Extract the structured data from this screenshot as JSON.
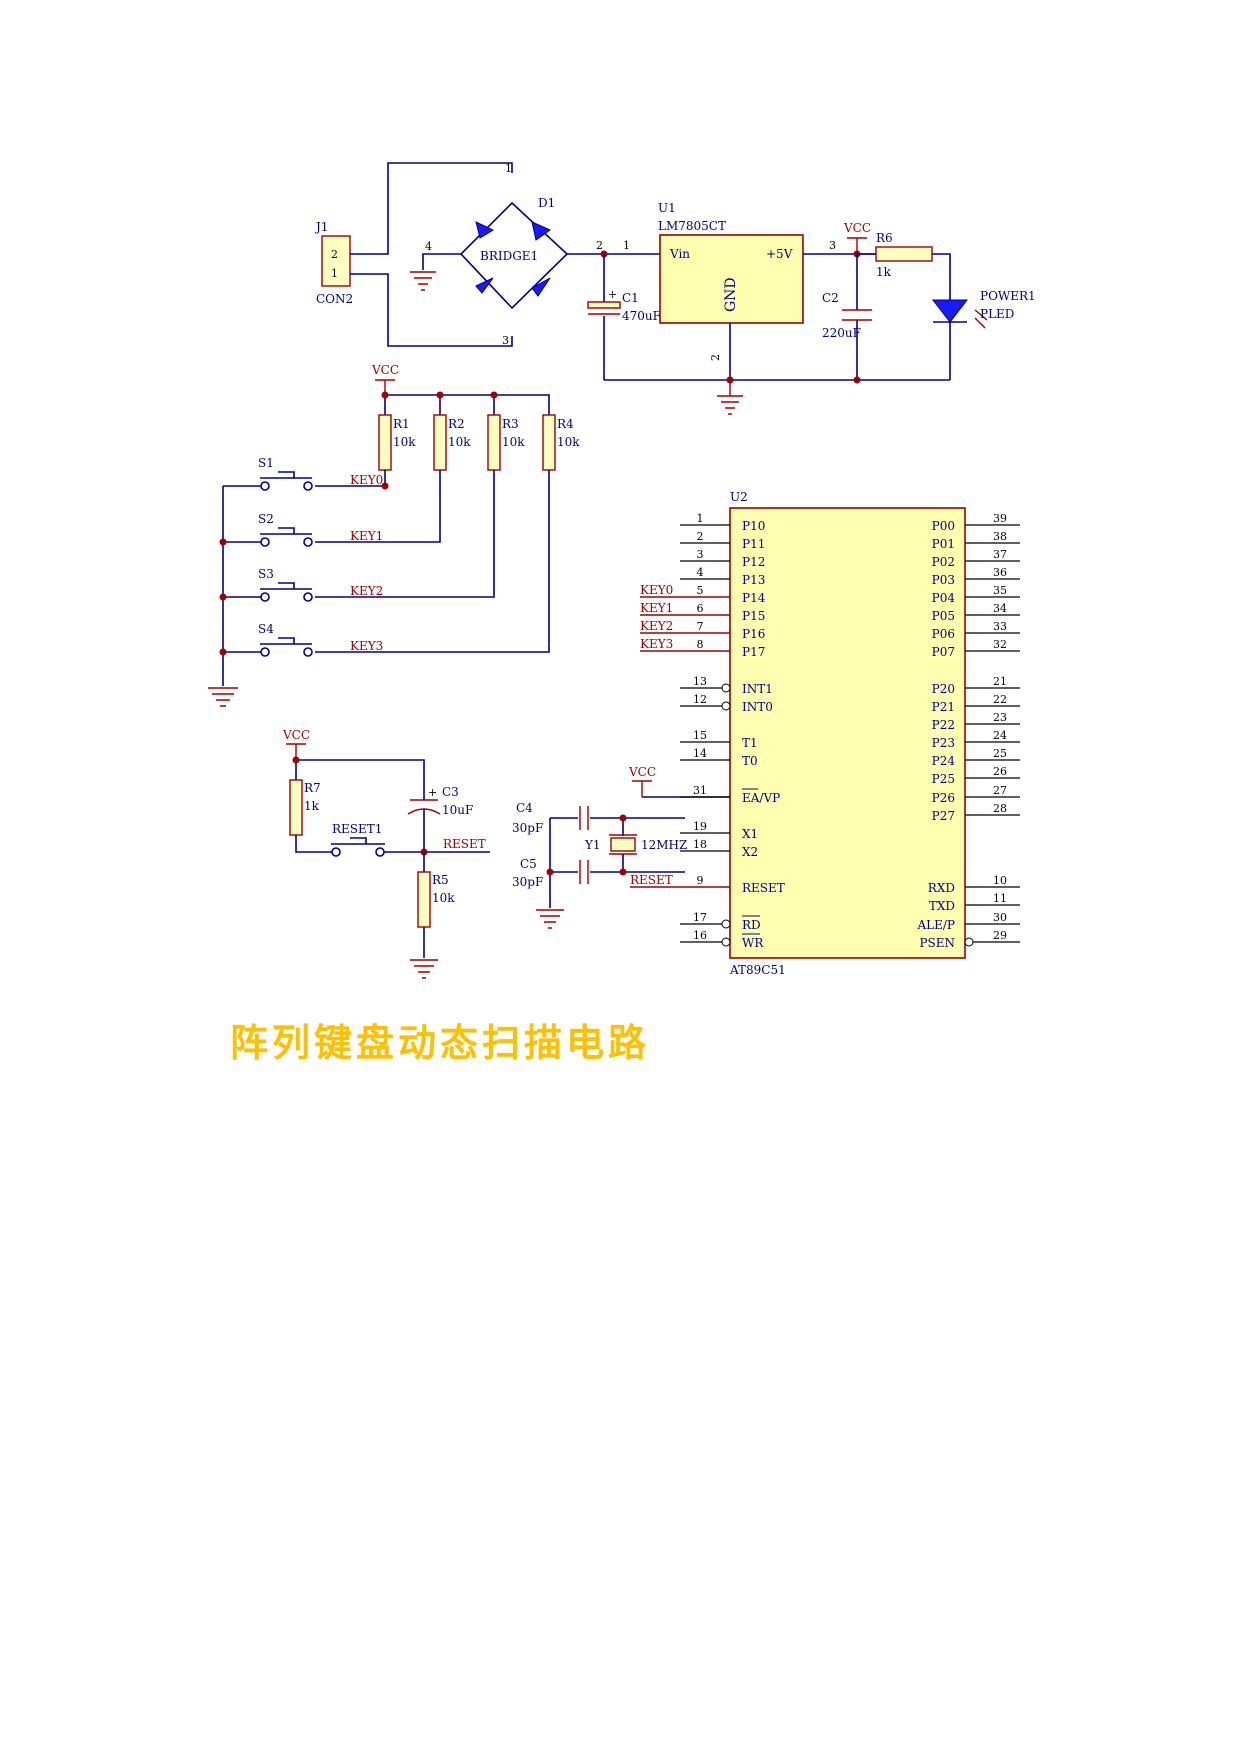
{
  "caption": "阵列键盘动态扫描电路",
  "power": {
    "j1_ref": "J1",
    "j1_type": "CON2",
    "j1_pin2": "2",
    "j1_pin1": "1",
    "d1_ref": "D1",
    "bridge": "BRIDGE1",
    "bridge_pin1": "1",
    "bridge_pin2": "2",
    "bridge_pin3": "3",
    "bridge_pin4": "4",
    "u1_ref": "U1",
    "u1_type": "LM7805CT",
    "u1_vin": "Vin",
    "u1_vout": "+5V",
    "u1_gnd": "GND",
    "u1_pin1": "1",
    "u1_pin2": "2",
    "u1_pin3": "3",
    "c1_ref": "C1",
    "c1_val": "470uF",
    "c1_plus": "+",
    "c2_ref": "C2",
    "c2_val": "220uF",
    "vcc": "VCC",
    "r6_ref": "R6",
    "r6_val": "1k",
    "led_ref": "POWER1",
    "led_type": "PLED"
  },
  "keys": {
    "vcc": "VCC",
    "resistors": [
      {
        "ref": "R1",
        "val": "10k"
      },
      {
        "ref": "R2",
        "val": "10k"
      },
      {
        "ref": "R3",
        "val": "10k"
      },
      {
        "ref": "R4",
        "val": "10k"
      }
    ],
    "switches": [
      "S1",
      "S2",
      "S3",
      "S4"
    ],
    "nets": [
      "KEY0",
      "KEY1",
      "KEY2",
      "KEY3"
    ]
  },
  "reset": {
    "vcc": "VCC",
    "r7_ref": "R7",
    "r7_val": "1k",
    "c3_ref": "C3",
    "c3_val": "10uF",
    "c3_plus": "+",
    "sw_ref": "RESET1",
    "net": "RESET",
    "r5_ref": "R5",
    "r5_val": "10k"
  },
  "clock": {
    "c4_ref": "C4",
    "c4_val": "30pF",
    "c5_ref": "C5",
    "c5_val": "30pF",
    "y1_ref": "Y1",
    "y1_val": "12MHZ",
    "vcc": "VCC"
  },
  "mcu": {
    "ref": "U2",
    "type": "AT89C51",
    "left_pins": [
      {
        "num": "1",
        "name": "P10",
        "net": ""
      },
      {
        "num": "2",
        "name": "P11",
        "net": ""
      },
      {
        "num": "3",
        "name": "P12",
        "net": ""
      },
      {
        "num": "4",
        "name": "P13",
        "net": ""
      },
      {
        "num": "5",
        "name": "P14",
        "net": "KEY0"
      },
      {
        "num": "6",
        "name": "P15",
        "net": "KEY1"
      },
      {
        "num": "7",
        "name": "P16",
        "net": "KEY2"
      },
      {
        "num": "8",
        "name": "P17",
        "net": "KEY3"
      },
      {
        "num": "13",
        "name": "INT1",
        "net": ""
      },
      {
        "num": "12",
        "name": "INT0",
        "net": ""
      },
      {
        "num": "15",
        "name": "T1",
        "net": ""
      },
      {
        "num": "14",
        "name": "T0",
        "net": ""
      },
      {
        "num": "31",
        "name": "EA/VP",
        "net": ""
      },
      {
        "num": "19",
        "name": "X1",
        "net": ""
      },
      {
        "num": "18",
        "name": "X2",
        "net": ""
      },
      {
        "num": "9",
        "name": "RESET",
        "net": "RESET"
      },
      {
        "num": "17",
        "name": "RD",
        "net": ""
      },
      {
        "num": "16",
        "name": "WR",
        "net": ""
      }
    ],
    "right_pins": [
      {
        "num": "39",
        "name": "P00"
      },
      {
        "num": "38",
        "name": "P01"
      },
      {
        "num": "37",
        "name": "P02"
      },
      {
        "num": "36",
        "name": "P03"
      },
      {
        "num": "35",
        "name": "P04"
      },
      {
        "num": "34",
        "name": "P05"
      },
      {
        "num": "33",
        "name": "P06"
      },
      {
        "num": "32",
        "name": "P07"
      },
      {
        "num": "21",
        "name": "P20"
      },
      {
        "num": "22",
        "name": "P21"
      },
      {
        "num": "23",
        "name": "P22"
      },
      {
        "num": "24",
        "name": "P23"
      },
      {
        "num": "25",
        "name": "P24"
      },
      {
        "num": "26",
        "name": "P25"
      },
      {
        "num": "27",
        "name": "P26"
      },
      {
        "num": "28",
        "name": "P27"
      },
      {
        "num": "10",
        "name": "RXD"
      },
      {
        "num": "11",
        "name": "TXD"
      },
      {
        "num": "30",
        "name": "ALE/P"
      },
      {
        "num": "29",
        "name": "PSEN"
      }
    ]
  }
}
